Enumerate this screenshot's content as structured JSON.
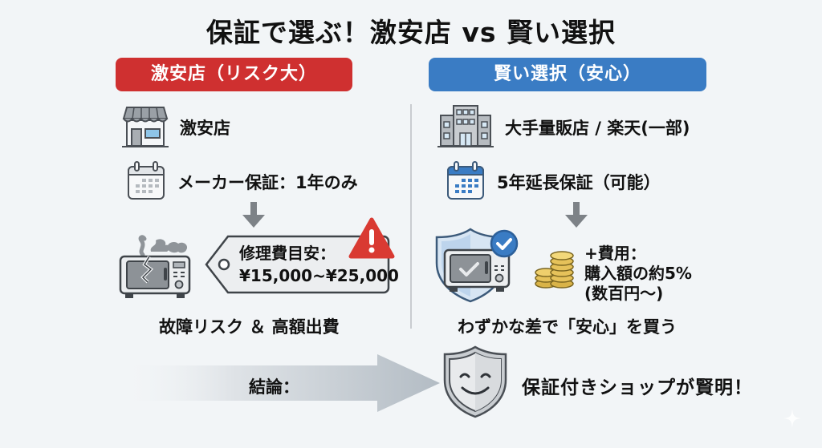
{
  "title": "保証で選ぶ！激安店 vs 賢い選択",
  "left": {
    "banner": "激安店（リスク大）",
    "color": "#cf3030",
    "store_label": "激安店",
    "warranty_label": "メーカー保証：1年のみ",
    "repair_tag": {
      "line1": "修理費目安：",
      "line2": "¥15,000~¥25,000"
    },
    "caption": "故障リスク ＆ 高額出費",
    "icons": [
      "storefront-icon",
      "calendar-icon",
      "broken-microwave-icon",
      "price-tag-icon",
      "warning-icon",
      "down-arrow-icon"
    ]
  },
  "right": {
    "banner": "賢い選択（安心）",
    "color": "#3a7cc4",
    "store_label": "大手量販店 / 楽天(一部)",
    "warranty_label": "5年延長保証（可能）",
    "cost": {
      "line1": "+費用：",
      "line2": "購入額の約5%",
      "line3": "(数百円～)"
    },
    "caption": "わずかな差で「安心」を買う",
    "icons": [
      "office-building-icon",
      "calendar-icon",
      "protected-microwave-icon",
      "checkmark-badge-icon",
      "coins-icon",
      "down-arrow-icon"
    ]
  },
  "conclusion": {
    "label": "結論：",
    "text": "保証付きショップが賢明！",
    "icons": [
      "right-arrow-icon",
      "smiling-shield-icon"
    ]
  }
}
